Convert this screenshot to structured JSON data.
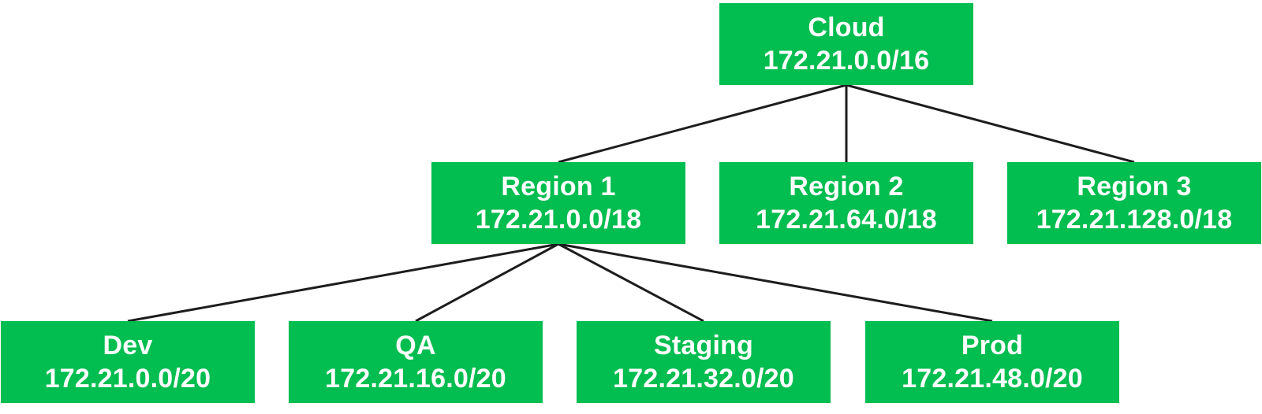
{
  "nodes": {
    "cloud": {
      "name": "Cloud",
      "cidr": "172.21.0.0/16"
    },
    "region_1": {
      "name": "Region 1",
      "cidr": "172.21.0.0/18"
    },
    "region_2": {
      "name": "Region 2",
      "cidr": "172.21.64.0/18"
    },
    "region_3": {
      "name": "Region 3",
      "cidr": "172.21.128.0/18"
    },
    "dev": {
      "name": "Dev",
      "cidr": "172.21.0.0/20"
    },
    "qa": {
      "name": "QA",
      "cidr": "172.21.16.0/20"
    },
    "staging": {
      "name": "Staging",
      "cidr": "172.21.32.0/20"
    },
    "prod": {
      "name": "Prod",
      "cidr": "172.21.48.0/20"
    }
  },
  "edges": [
    [
      "cloud",
      "region_1"
    ],
    [
      "cloud",
      "region_2"
    ],
    [
      "cloud",
      "region_3"
    ],
    [
      "region_1",
      "dev"
    ],
    [
      "region_1",
      "qa"
    ],
    [
      "region_1",
      "staging"
    ],
    [
      "region_1",
      "prod"
    ]
  ],
  "colors": {
    "node_fill": "#02bd4f",
    "node_text": "#ffffff",
    "connector": "#1d1d1d",
    "background": "#ffffff"
  }
}
